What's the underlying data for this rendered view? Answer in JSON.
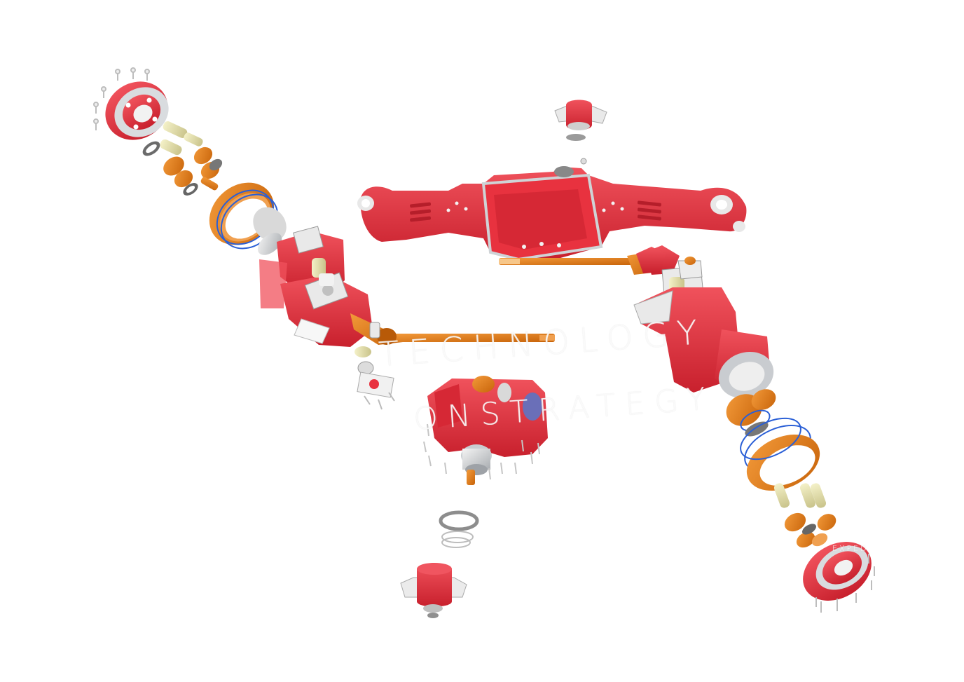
{
  "watermark": {
    "line1": "TECHNOLOGY",
    "line2": "ONSTRATEGY",
    "small": "EXPED"
  },
  "colors": {
    "housing_red": "#e8323f",
    "housing_red_dark": "#b51e2a",
    "gear_orange": "#e2780f",
    "gear_orange_dark": "#b85a08",
    "metal_gray": "#c9cccf",
    "seal_blue": "#2a5fd6",
    "bolt_white": "#eeeeee",
    "background": "#ffffff"
  },
  "parts": {
    "left_hub": "hub-flange-icon",
    "left_planetary": "planetary-gear-set-icon",
    "left_ring_gear": "ring-gear-icon",
    "left_knuckle": "steering-knuckle-icon",
    "left_drive_shaft": "drive-shaft-icon",
    "main_axle_housing": "axle-housing-icon",
    "differential": "differential-housing-icon",
    "right_knuckle": "steering-knuckle-icon",
    "right_ring_gear": "ring-gear-icon",
    "right_planetary": "planetary-gear-set-icon",
    "right_hub": "hub-flange-icon",
    "top_pivot_mount": "pivot-mount-icon",
    "bottom_pivot_mount": "pivot-mount-icon",
    "snap_rings": "snap-ring-icon"
  }
}
